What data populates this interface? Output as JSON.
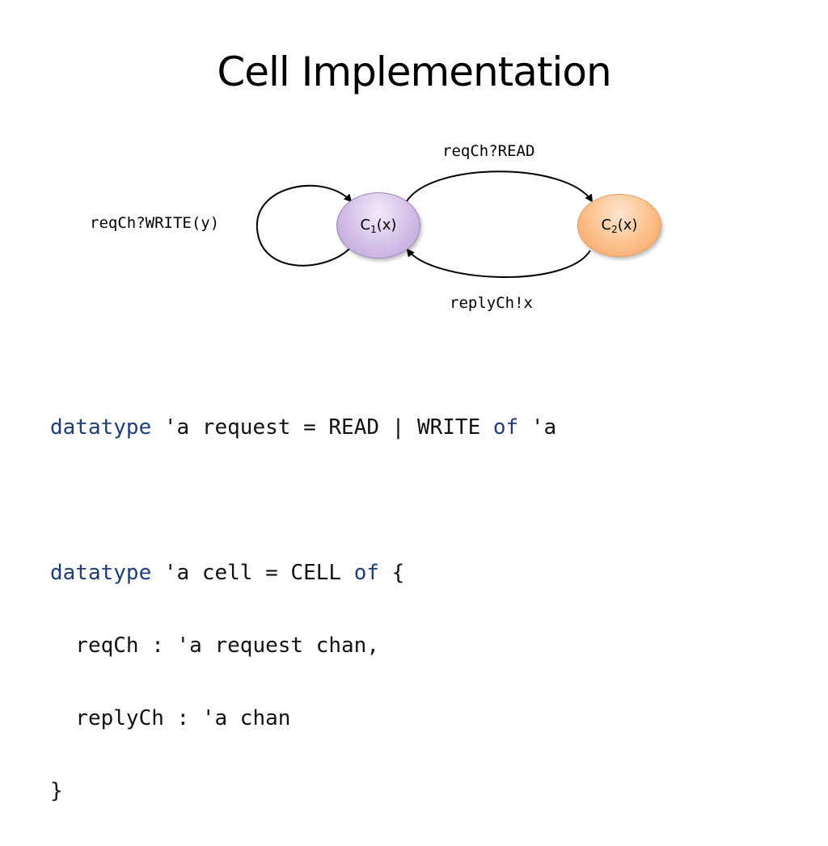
{
  "slide": {
    "title": "Cell Implementation"
  },
  "diagram": {
    "nodes": {
      "c1": {
        "base": "C",
        "sub": "1",
        "arg": "(x)"
      },
      "c2": {
        "base": "C",
        "sub": "2",
        "arg": "(x)"
      }
    },
    "edges": {
      "self_loop_label": "reqCh?WRITE(y)",
      "read_label": "reqCh?READ",
      "reply_label": "replyCh!x"
    },
    "colors": {
      "c1_fill": "#d3bfe7",
      "c2_fill": "#fbbf8a",
      "keyword": "#1f3d7a"
    }
  },
  "code": {
    "line1": {
      "kw1": "datatype",
      "t1": " 'a request = READ | WRITE ",
      "kw2": "of",
      "t2": " 'a"
    },
    "line3": {
      "kw1": "datatype",
      "t1": " 'a cell = CELL ",
      "kw2": "of",
      "t2": " {"
    },
    "line4": "  reqCh : 'a request chan,",
    "line5": "  replyCh : 'a chan",
    "line6": "}"
  }
}
